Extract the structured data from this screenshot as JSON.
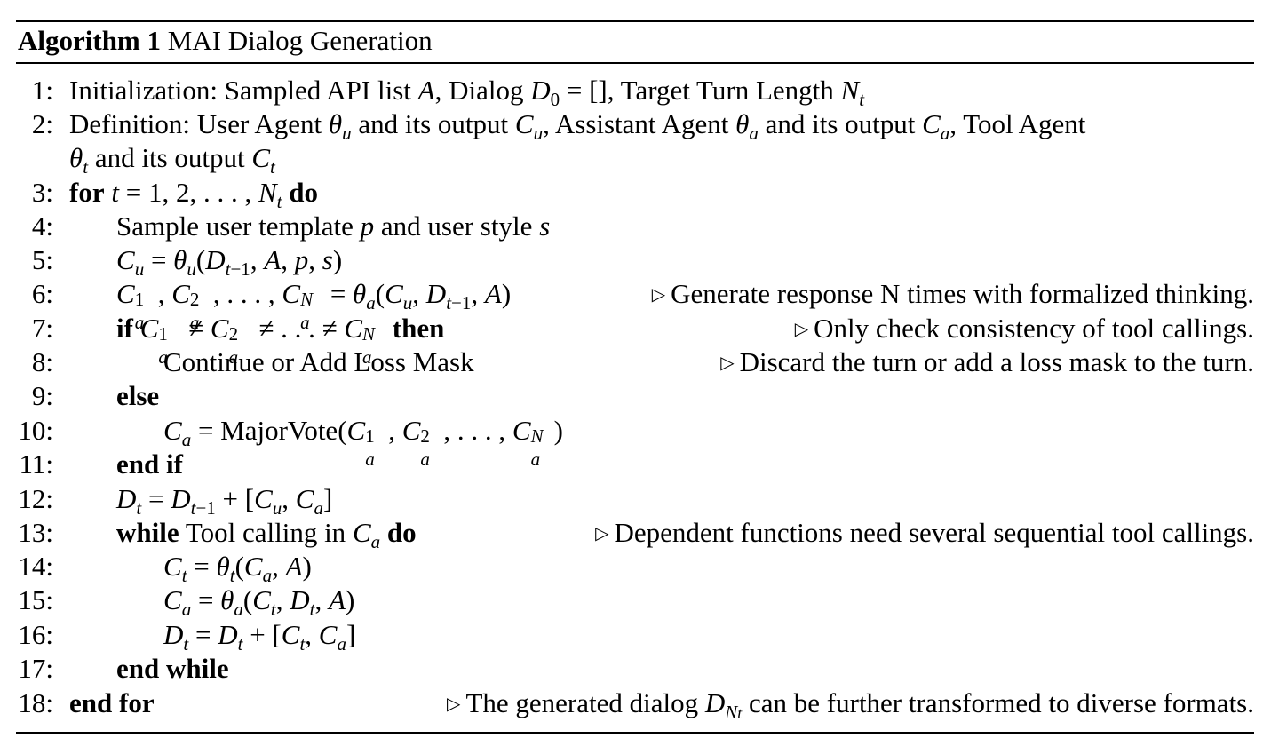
{
  "caption": {
    "label": "Algorithm 1",
    "title": "MAI Dialog Generation"
  },
  "lines": [
    {
      "num": "1:",
      "comment": ""
    },
    {
      "num": "2:",
      "comment": ""
    },
    {
      "num": "",
      "comment": ""
    },
    {
      "num": "3:",
      "comment": ""
    },
    {
      "num": "4:",
      "comment": ""
    },
    {
      "num": "5:",
      "comment": ""
    },
    {
      "num": "6:",
      "comment": "Generate response N times with formalized thinking."
    },
    {
      "num": "7:",
      "comment": "Only check consistency of tool callings."
    },
    {
      "num": "8:",
      "comment": "Discard the turn or add a loss mask to the turn."
    },
    {
      "num": "9:",
      "comment": ""
    },
    {
      "num": "10:",
      "comment": ""
    },
    {
      "num": "11:",
      "comment": ""
    },
    {
      "num": "12:",
      "comment": ""
    },
    {
      "num": "13:",
      "comment": "Dependent functions need several sequential tool callings."
    },
    {
      "num": "14:",
      "comment": ""
    },
    {
      "num": "15:",
      "comment": ""
    },
    {
      "num": "16:",
      "comment": ""
    },
    {
      "num": "17:",
      "comment": ""
    },
    {
      "num": "18:",
      "comment": "The generated dialog"
    }
  ],
  "text": {
    "l1_a": "Initialization: Sampled API list",
    "l1_b": ", Dialog",
    "l1_c": ", Target Turn Length",
    "l2_a": "Definition: User Agent",
    "l2_b": "and its output",
    "l2_c": ", Assistant Agent",
    "l2_d": "and its output",
    "l2_e": ", Tool Agent",
    "l2b_a": "and its output",
    "kw_for": "for",
    "kw_do": "do",
    "l4_a": "Sample user template",
    "l4_b": "and user style",
    "kw_if": "if",
    "kw_then": "then",
    "l8": "Continue or Add Loss Mask",
    "kw_else": "else",
    "l10_fn": "MajorVote",
    "kw_endif": "end if",
    "kw_while": "while",
    "l13_a": "Tool calling in",
    "kw_endwhile": "end while",
    "kw_endfor": "end for",
    "l18_tail": "can be further transformed to diverse formats."
  }
}
